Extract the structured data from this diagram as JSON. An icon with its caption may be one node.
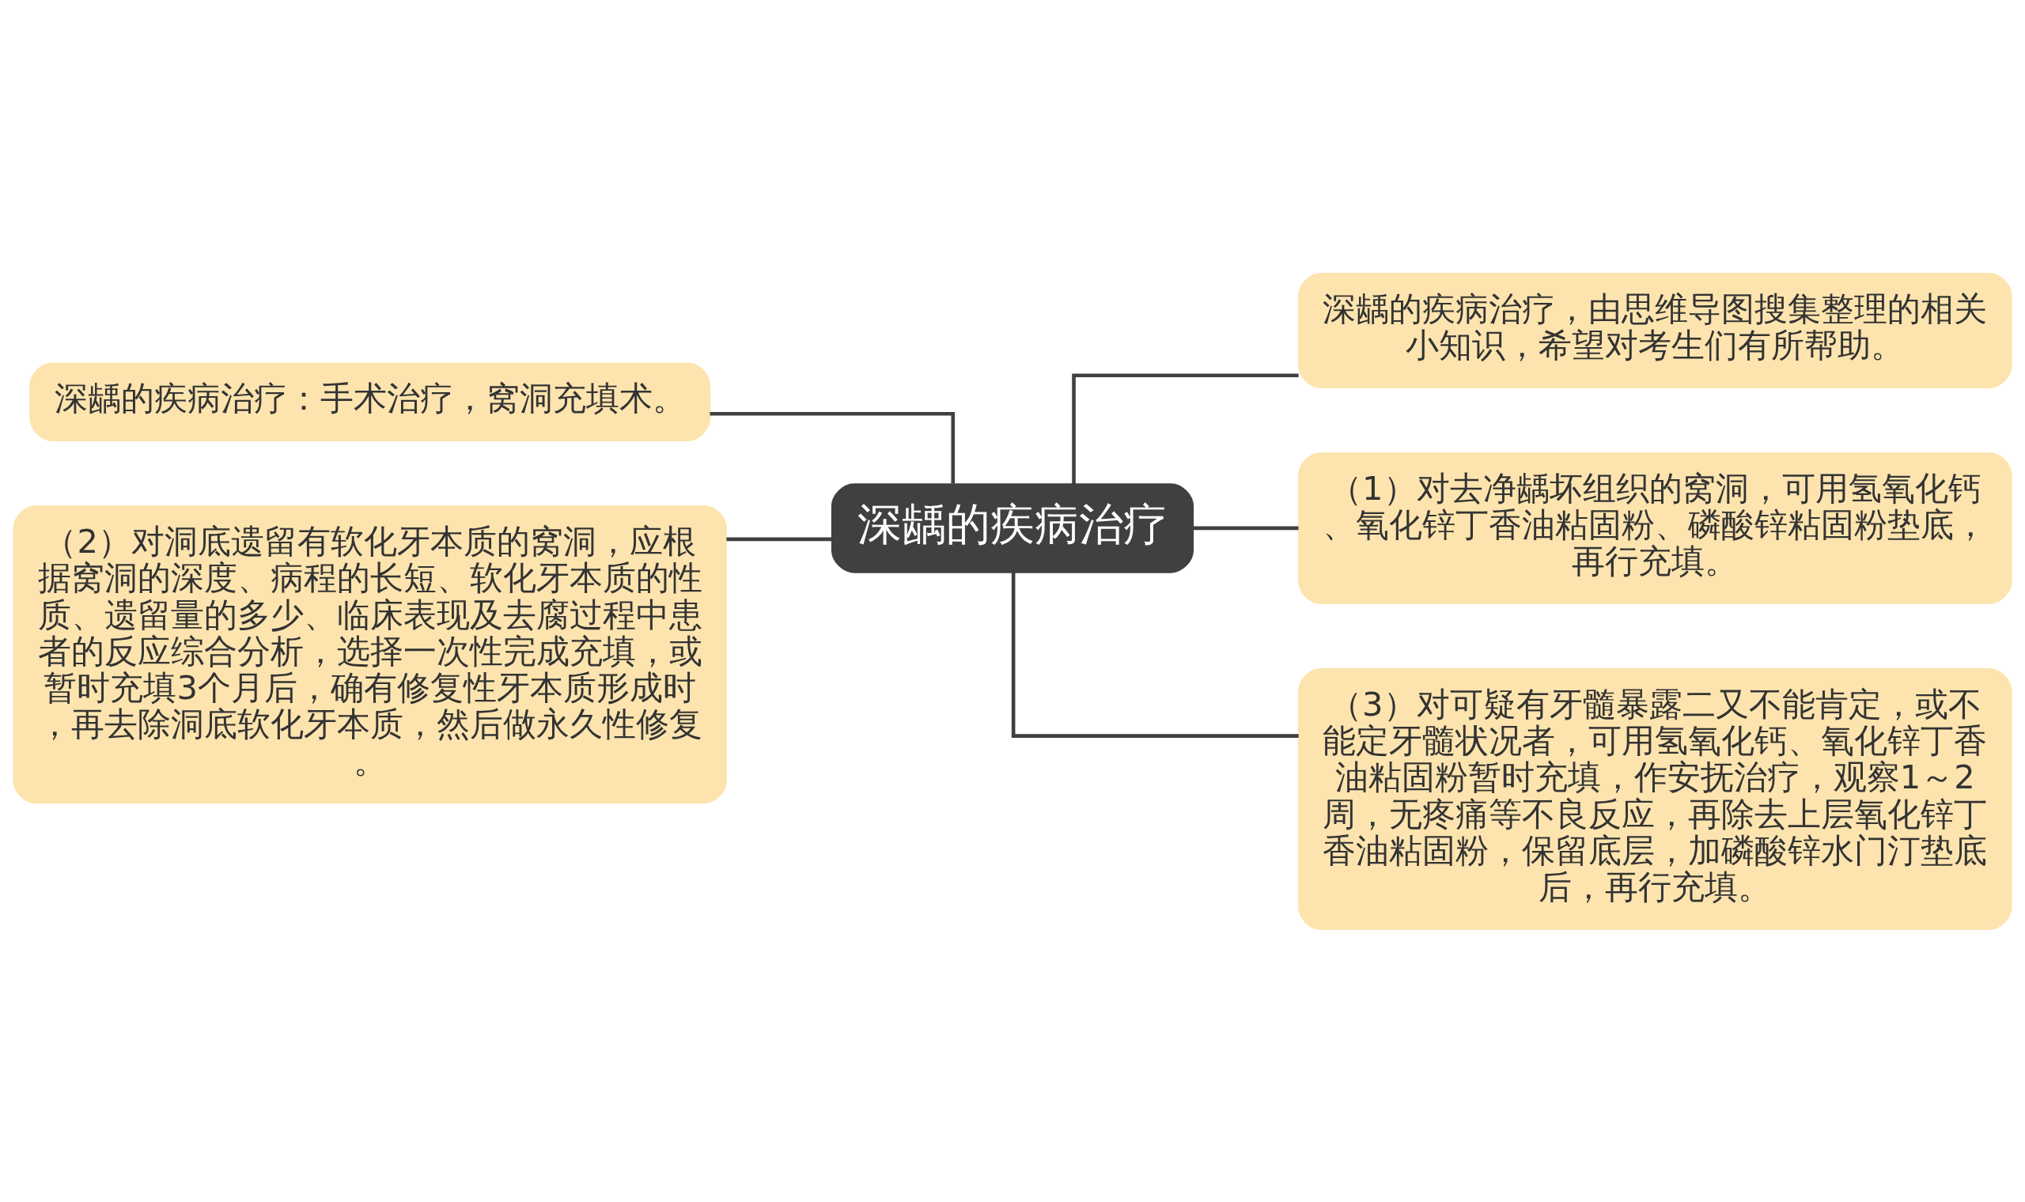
{
  "diagram": {
    "nodes": [
      {
        "text": [
          "深龋的疾病治疗"
        ]
      },
      {
        "text": [
          "深龋的疾病治疗：手术治疗，窝洞充填术。"
        ]
      },
      {
        "text": [
          "（2）对洞底遗留有软化牙本质的窝洞，应根据窝洞的深度、病程的长短、软化牙本质的性质、遗留量的多少、临床表现及去腐过程中患者的反应综合分析，选择一次性完成充填，或暂时充填3个月后，确有修复性牙本质形成时，再去除洞底软化牙本质，然后做永久性修复。"
        ]
      },
      {
        "text": [
          "深龋的疾病治疗，由思维导图搜集整理的相关小知识，希望对考生们有所帮助。"
        ]
      },
      {
        "text": [
          "（1）对去净龋坏组织的窝洞，可用氢氧化钙、氧化锌丁香油粘固粉、磷酸锌粘固粉垫底，再行充填。"
        ]
      },
      {
        "text": [
          "（3）对可疑有牙髓暴露二又不能肯定，或不能定牙髓状况者，可用氢氧化钙、氧化锌丁香油粘固粉暂时充填，作安抚治疗，观察1～2周，无疼痛等不良反应，再除去上层氧化锌丁香油粘固粉，保留底层，加磷酸锌水门汀垫底后，再行充填。"
        ]
      }
    ],
    "edges": [
      {
        "from": 0,
        "to": 1,
        "arrow": "none"
      },
      {
        "from": 0,
        "to": 2,
        "arrow": "none"
      },
      {
        "from": 0,
        "to": 3,
        "arrow": "none"
      },
      {
        "from": 0,
        "to": 4,
        "arrow": "none"
      },
      {
        "from": 0,
        "to": 5,
        "arrow": "none"
      }
    ]
  }
}
